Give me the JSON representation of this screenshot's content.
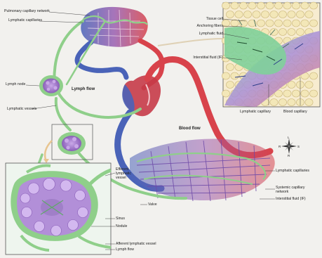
{
  "labels": {
    "pulmonary_capillary_network": "Pulmonary capillary network",
    "lymphatic_capillaries_top": "Lymphatic capillaries",
    "lymph_node": "Lymph node",
    "lymph_flow_main": "Lymph flow",
    "lymphatic_vessels": "Lymphatic vessels",
    "tissue_cell": "Tissue cell",
    "anchoring_fibers": "Anchoring fibers",
    "lymphatic_fluid": "Lymphatic fluid",
    "interstitial_fluid_top": "Interstitial fluid (IF)",
    "lymphatic_capillary": "Lymphatic capillary",
    "blood_capillary": "Blood capillary",
    "blood_flow": "Blood flow",
    "lymphatic_capillaries_right": "Lymphatic capillaries",
    "systemic_capillary_network": "Systemic capillary network",
    "interstitial_fluid_right": "Interstitial fluid (IF)",
    "efferent_lymphatic_vessel": "Efferent lymphatic vessel",
    "valve": "Valve",
    "sinus": "Sinus",
    "nodule": "Nodule",
    "afferent_lymphatic_vessel": "Afferent lymphatic vessel",
    "lymph_flow_inset": "Lymph flow"
  },
  "compass": {
    "n": "L",
    "s": "R",
    "e": "S",
    "w": "R"
  },
  "colors": {
    "lymph_green": "#8fcf8a",
    "lymph_green_dark": "#5fa868",
    "vein_blue": "#4a63b8",
    "artery_red": "#d8434b",
    "capillary_purple": "#8a5fb8",
    "node_purple": "#a87fd0",
    "node_purple_light": "#c9a8e8",
    "tissue_cell": "#f3e7b8"
  }
}
